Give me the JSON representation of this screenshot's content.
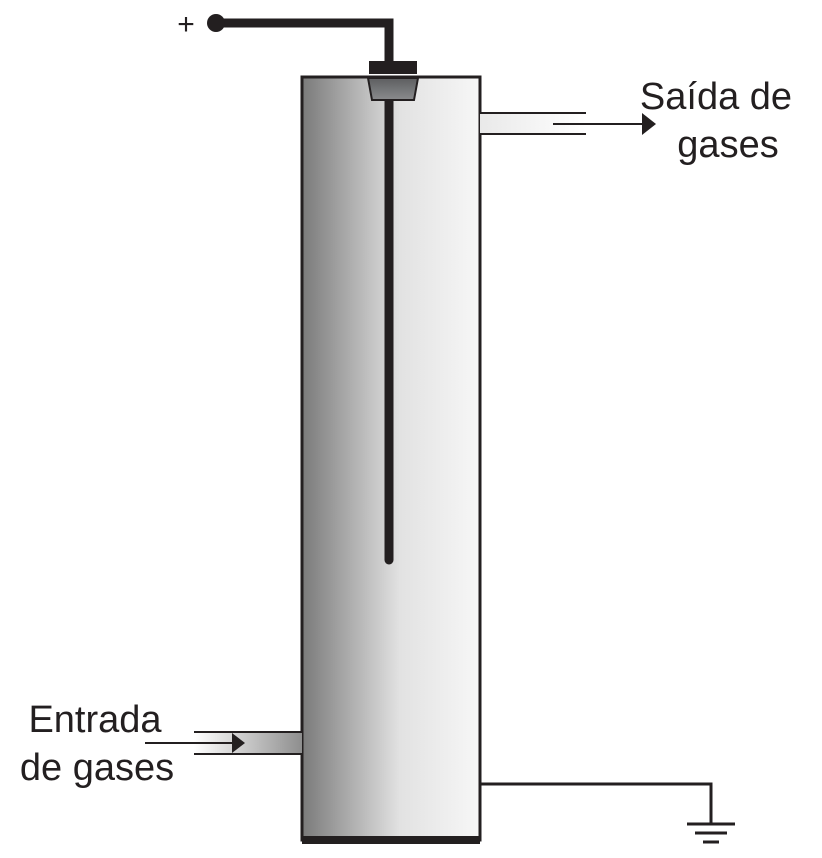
{
  "labels": {
    "positive_terminal": "+",
    "outlet_line1": "Saída de",
    "outlet_line2": "gases",
    "inlet_line1": "Entrada",
    "inlet_line2": "de gases"
  },
  "colors": {
    "ink": "#231f20",
    "column_dark": "#7a7a7a",
    "column_light": "#f4f4f4",
    "stopper": "#6d6e70",
    "pipe_light": "#f2f2f2",
    "pipe_dark": "#9a9a9a"
  }
}
